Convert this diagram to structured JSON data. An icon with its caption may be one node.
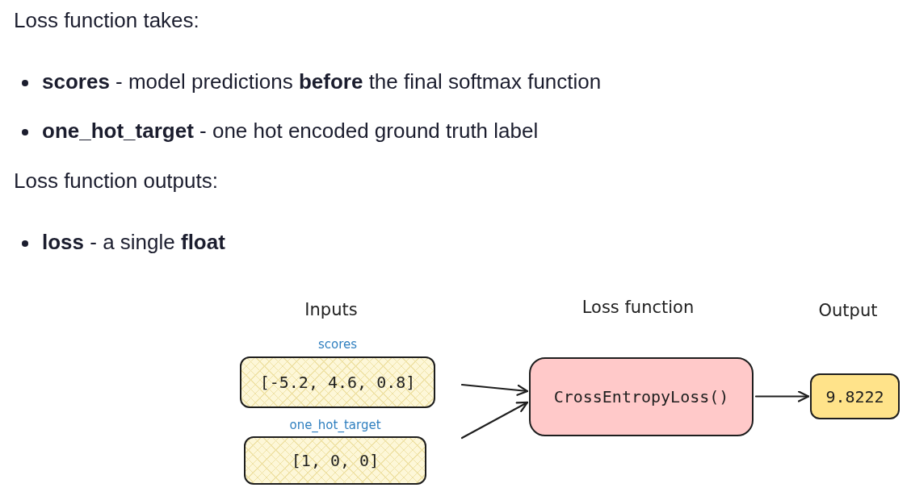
{
  "diagram": {
    "nodes": [
      {
        "text": [
          "scores",
          "[-5.2, 4.6, 0.8]"
        ]
      },
      {
        "text": [
          "one_hot_target",
          "[1, 0, 0]"
        ]
      },
      {
        "text": [
          "CrossEntropyLoss()"
        ]
      },
      {
        "text": [
          "9.8222"
        ]
      }
    ],
    "edges": [
      {
        "from": null,
        "to": 2,
        "arrow": "to"
      },
      {
        "from": null,
        "to": 2,
        "arrow": "to"
      },
      {
        "from": 2,
        "to": 3,
        "arrow": "to"
      }
    ],
    "labels": [
      "Loss function takes:",
      "**scores** - model predictions **before** the final softmax function",
      "**one_hot_target** - one hot encoded ground truth label",
      "Loss function outputs:",
      "**loss** - a single **float**",
      "Inputs",
      "Loss function",
      "Output"
    ]
  }
}
